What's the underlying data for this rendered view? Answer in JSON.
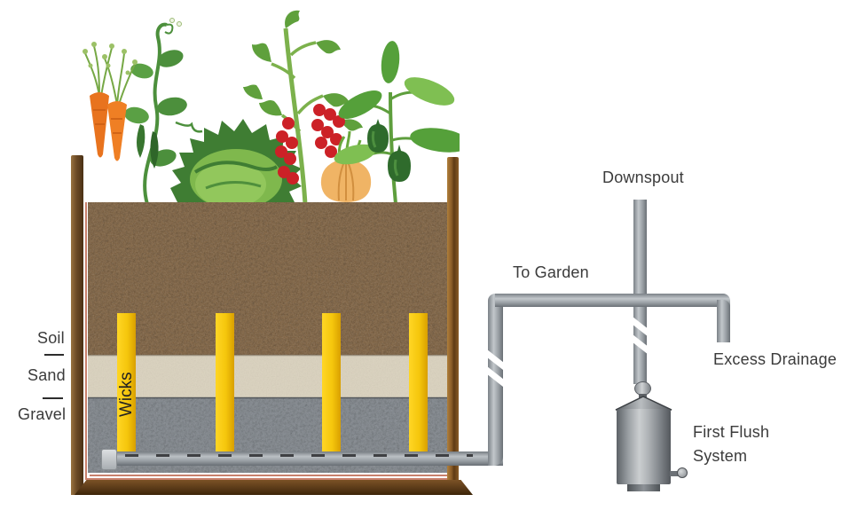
{
  "bed": {
    "layer_labels": [
      {
        "label": "Soil"
      },
      {
        "label": "Sand"
      },
      {
        "label": "Gravel"
      }
    ],
    "wicks_label": "Wicks",
    "wick_count": 4,
    "plants": [
      "carrots",
      "peas",
      "cabbage",
      "tomatoes",
      "onion",
      "pepper"
    ]
  },
  "plumbing": {
    "downspout_label": "Downspout",
    "to_garden_label": "To Garden",
    "excess_drainage_label": "Excess Drainage",
    "first_flush_label_line1": "First Flush",
    "first_flush_label_line2": "System"
  },
  "colors": {
    "wick": "#f5c60c",
    "pipe": "#9aa0a6",
    "wood_frame": "#6b4a26",
    "liner": "#c9806c",
    "soil": "#7a5c3a",
    "sand": "#ddd5c2",
    "gravel": "#7e848a",
    "label_text": "#3b3b3b"
  }
}
